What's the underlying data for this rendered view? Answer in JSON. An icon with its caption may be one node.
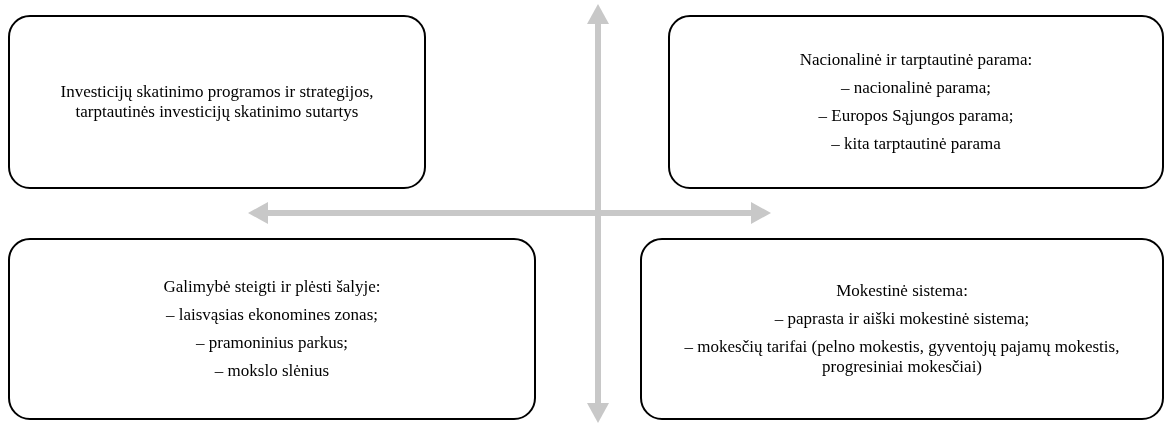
{
  "diagram": {
    "nodes": [
      {
        "text": [
          "Investicijų skatinimo programos ir strategijos, tarptautinės investicijų skatinimo sutartys"
        ]
      },
      {
        "text": [
          "Nacionalinė ir tarptautinė parama:",
          "– nacionalinė parama;",
          "– Europos Sąjungos parama;",
          "– kita tarptautinė parama"
        ]
      },
      {
        "text": [
          "Galimybė steigti ir plėsti šalyje:",
          "– laisvąsias ekonomines zonas;",
          "– pramoninius parkus;",
          "– mokslo slėnius"
        ]
      },
      {
        "text": [
          "Mokestinė sistema:",
          "– paprasta ir aiški mokestinė sistema;",
          "– mokesčių tarifai (pelno mokestis, gyventojų pajamų mokestis, progresiniai mokesčiai)"
        ]
      }
    ],
    "edges": []
  }
}
